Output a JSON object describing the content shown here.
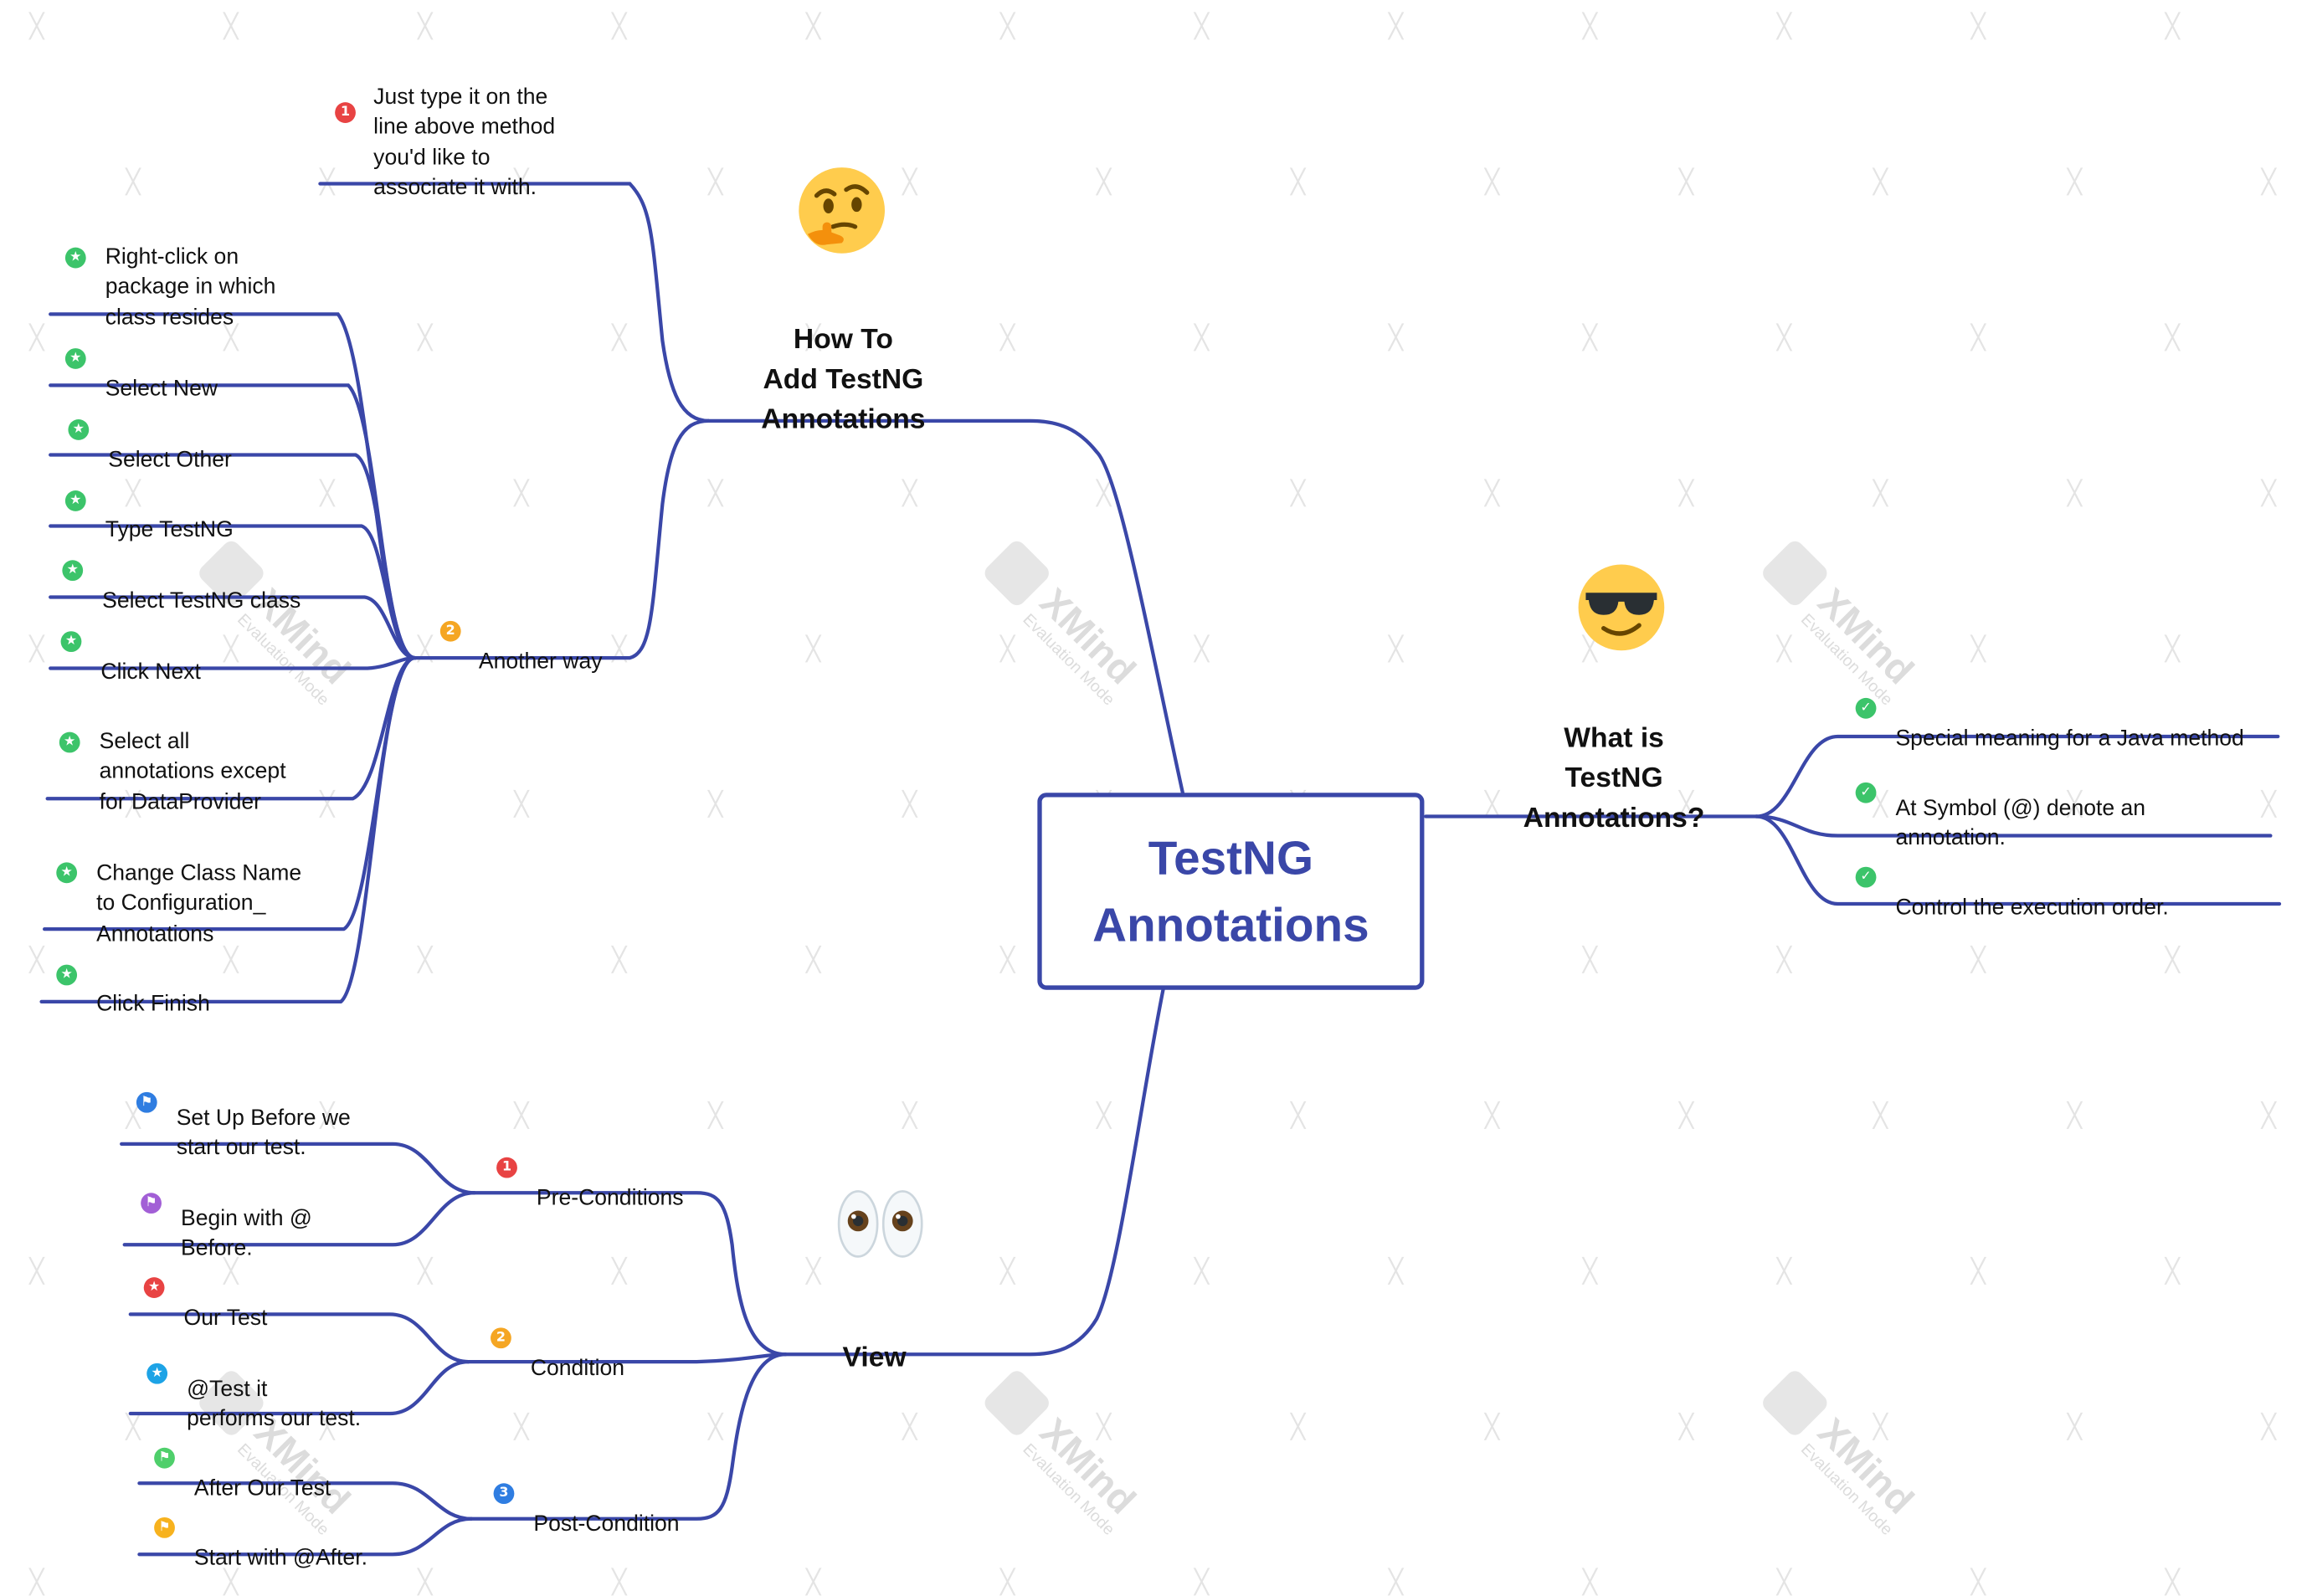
{
  "colors": {
    "line": "#3a47a8",
    "central_text": "#3a47a8",
    "watermark": "#dcdcdc"
  },
  "watermark": {
    "brand": "XMind",
    "mode": "Evaluation Mode"
  },
  "central": {
    "title": "TestNG\nAnnotations"
  },
  "branches": {
    "how_to": {
      "title": "How To\nAdd TestNG\nAnnotations",
      "emoji": "thinking-face",
      "items": [
        {
          "marker": "priority-1",
          "marker_color": "red",
          "text": "Just  type it on the\nline above method\nyou'd like to\nassociate it with."
        },
        {
          "marker": "priority-2",
          "marker_color": "orange",
          "text": "Another way",
          "steps": [
            {
              "marker": "star",
              "text": "Right-click on\npackage in which\nclass resides"
            },
            {
              "marker": "star",
              "text": "Select New"
            },
            {
              "marker": "star",
              "text": "Select Other"
            },
            {
              "marker": "star",
              "text": "Type TestNG"
            },
            {
              "marker": "star",
              "text": "Select TestNG class"
            },
            {
              "marker": "star",
              "text": "Click Next"
            },
            {
              "marker": "star",
              "text": "Select all\nannotations except\nfor DataProvider"
            },
            {
              "marker": "star",
              "text": "Change Class Name\nto Configuration_\nAnnotations"
            },
            {
              "marker": "star",
              "text": "Click Finish"
            }
          ]
        }
      ]
    },
    "what_is": {
      "title": "What is\nTestNG\nAnnotations?",
      "emoji": "smiling-face-with-sunglasses",
      "items": [
        {
          "marker": "check",
          "text": "Special meaning for a Java method"
        },
        {
          "marker": "check",
          "text": "At Symbol (@) denote an\nannotation."
        },
        {
          "marker": "check",
          "text": "Control the execution order."
        }
      ]
    },
    "view": {
      "title": "View",
      "emoji": "eyes",
      "groups": [
        {
          "marker": "priority-1",
          "marker_color": "red",
          "text": "Pre-Conditions",
          "items": [
            {
              "marker": "flag",
              "marker_color": "blue",
              "text": "Set Up Before we\nstart our test."
            },
            {
              "marker": "flag",
              "marker_color": "purple",
              "text": "Begin with @\nBefore."
            }
          ]
        },
        {
          "marker": "priority-2",
          "marker_color": "orange",
          "text": "Condition",
          "items": [
            {
              "marker": "star",
              "marker_color": "red",
              "text": "Our Test"
            },
            {
              "marker": "star",
              "marker_color": "cyan",
              "text": "@Test  it\nperforms our test."
            }
          ]
        },
        {
          "marker": "priority-3",
          "marker_color": "blue",
          "text": "Post-Condition",
          "items": [
            {
              "marker": "flag",
              "marker_color": "green",
              "text": "After Our Test"
            },
            {
              "marker": "flag",
              "marker_color": "yellow",
              "text": "Start with @After."
            }
          ]
        }
      ]
    }
  }
}
